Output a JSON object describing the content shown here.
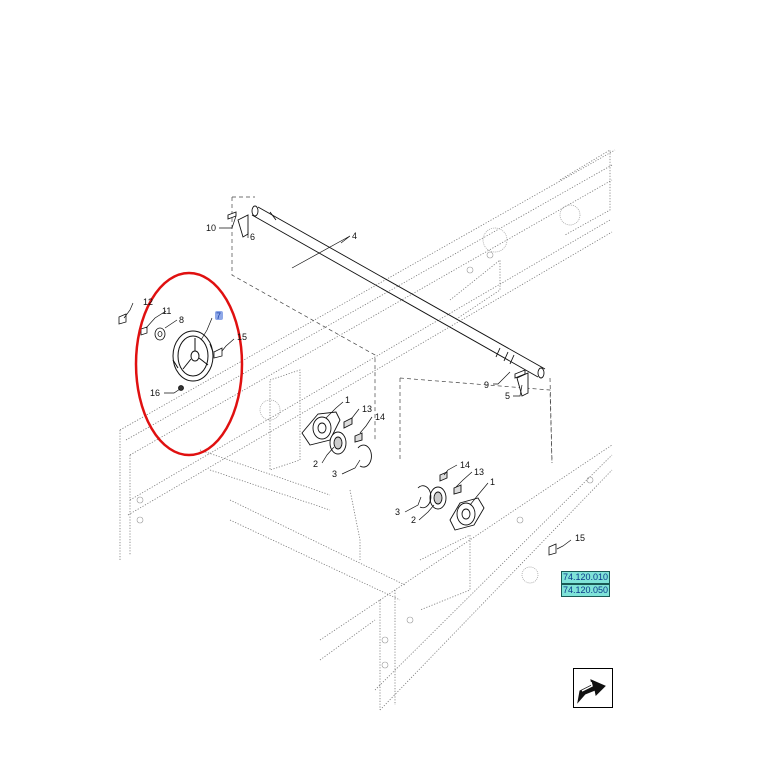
{
  "callouts": {
    "c1a": "1",
    "c1b": "1",
    "c2a": "2",
    "c2b": "2",
    "c3a": "3",
    "c3b": "3",
    "c4": "4",
    "c5": "5",
    "c6": "6",
    "c7": "7",
    "c8": "8",
    "c9": "9",
    "c10": "10",
    "c11": "11",
    "c12": "12",
    "c13a": "13",
    "c13b": "13",
    "c14a": "14",
    "c14b": "14",
    "c15a": "15",
    "c15b": "15",
    "c16": "16"
  },
  "references": [
    "74.120.010",
    "74.120.050"
  ],
  "colors": {
    "highlight_circle": "#e01010",
    "selected_callout": "#8ea8e8",
    "reference_box": "#7fe3d8"
  },
  "icons": {
    "navigation": "return-arrow-icon"
  }
}
